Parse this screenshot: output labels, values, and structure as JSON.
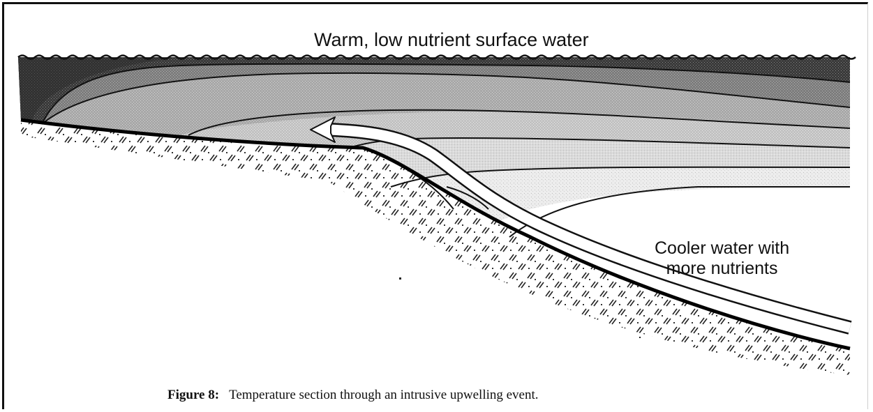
{
  "labels": {
    "surface": "Warm, low nutrient surface water",
    "deep_line1": "Cooler water with",
    "deep_line2": "more nutrients"
  },
  "caption": {
    "number": "Figure 8:",
    "text": "Temperature section through an intrusive upwelling event."
  }
}
